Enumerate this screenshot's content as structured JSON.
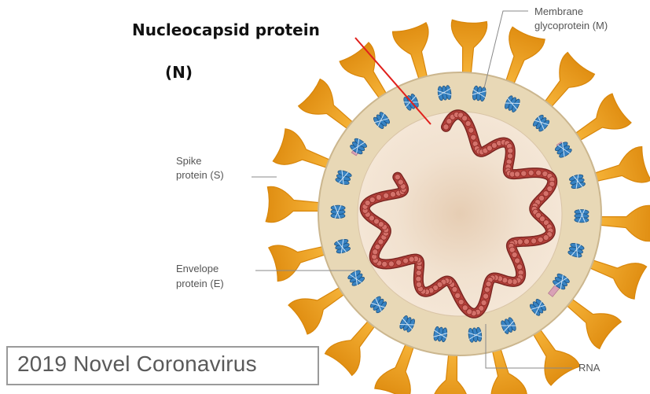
{
  "labels": {
    "nucleocapsid": "Nucleocapsid protein",
    "nucleocapsid_abbrev": "(N)",
    "membrane_line1": "Membrane",
    "membrane_line2": "glycoprotein (M)",
    "spike_line1": "Spike",
    "spike_line2": "protein (S)",
    "envelope_line1": "Envelope",
    "envelope_line2": "protein (E)",
    "rna": "RNA"
  },
  "caption": "2019 Novel Coronavirus",
  "colors": {
    "spike": "#f2a21a",
    "spike_dark": "#d8860a",
    "envelope": "#e9d9b4",
    "core": "#eedbc4",
    "rna": "#b5403a",
    "rna_light": "#d4716a",
    "membrane_protein": "#2f7fc4",
    "envelope_protein": "#d9a1b6",
    "pointer_red": "#e0201c",
    "leader_gray": "#888888"
  }
}
